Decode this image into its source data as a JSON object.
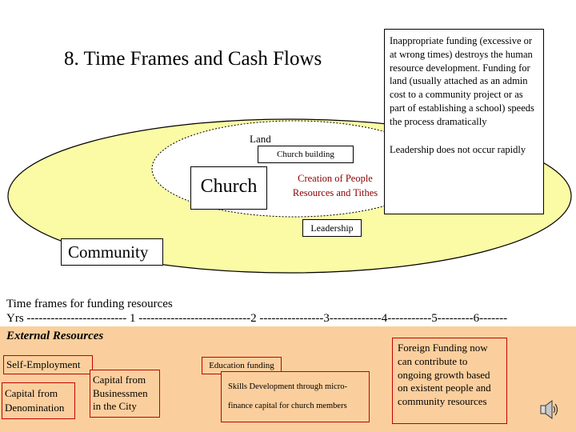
{
  "title": "8. Time Frames and Cash Flows",
  "note_box": {
    "text": "Inappropriate funding (excessive or at wrong times) destroys the human resource development. Funding for land (usually attached as an admin cost to a community project or as part of establishing a school) speeds the process dramatically",
    "leadership_text": "Leadership does not occur rapidly"
  },
  "diagram": {
    "land": "Land",
    "church_building": "Church building",
    "church": "Church",
    "creation": "Creation of People Resources and Tithes",
    "leadership": "Leadership",
    "community": "Community",
    "colors": {
      "ellipse_fill": "#fbfba6",
      "inner_fill": "#ffffff",
      "band": "#fbcf9d",
      "box_border": "#c00000",
      "creation_text": "#8b0000"
    }
  },
  "timeline": {
    "label": "Time frames for funding resources",
    "scale": "Yrs ------------------------- 1 ----------------------------2 ----------------3-------------4-----------5---------6-------"
  },
  "external": {
    "heading": "External Resources",
    "self_employment": "Self-Employment",
    "capital_denomination": "Capital from Denomination",
    "capital_business": "Capital from Businessmen in the City",
    "education": "Education funding",
    "skills_line1": "Skills Development through micro-",
    "skills_line2": "finance capital for church members",
    "foreign": "Foreign Funding now can contribute to ongoing growth based on existent people and community resources"
  },
  "icons": {
    "speaker": "speaker-icon"
  }
}
